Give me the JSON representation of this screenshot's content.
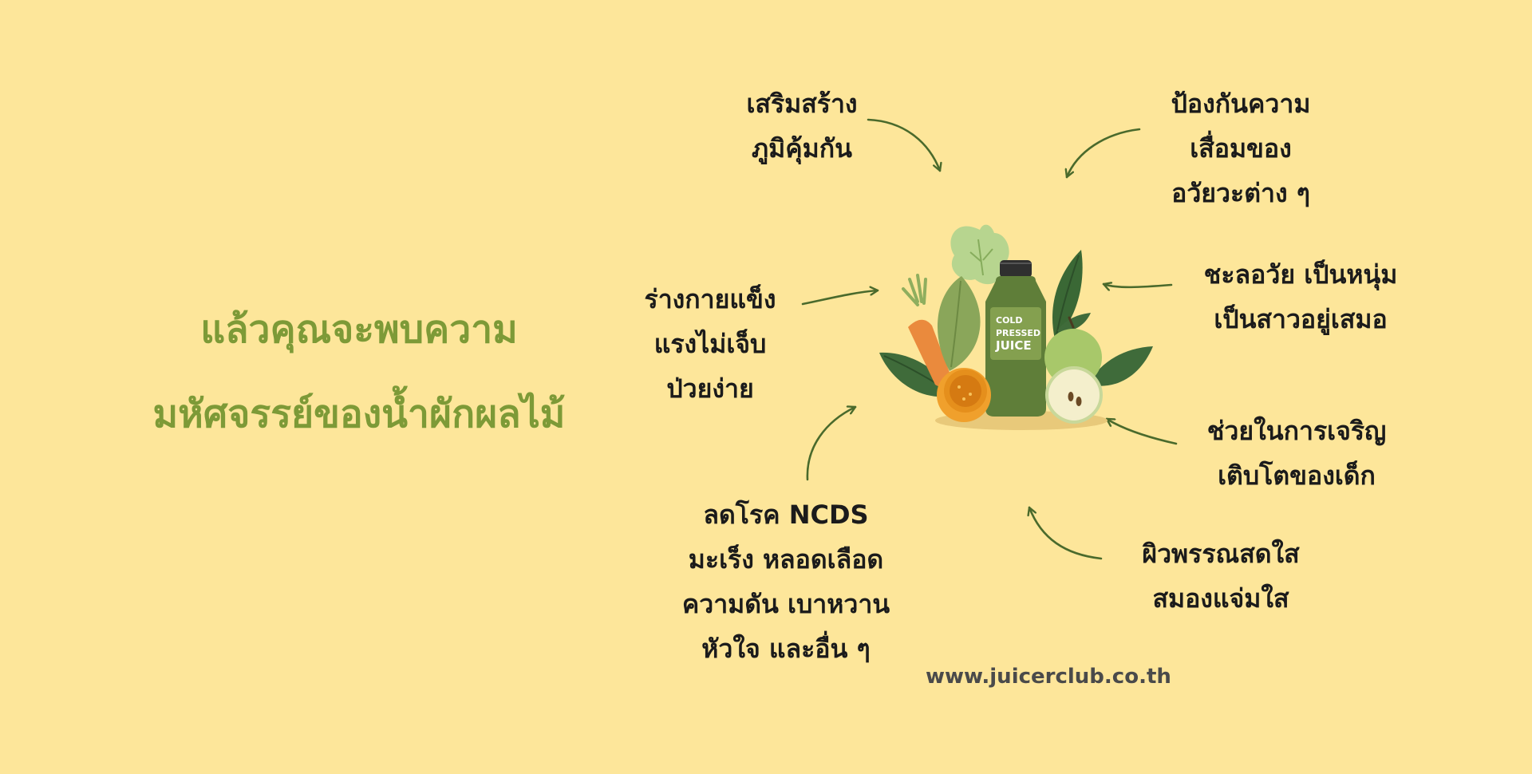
{
  "headline": {
    "line1": "แล้วคุณจะพบความ",
    "line2": "มหัศจรรย์ของน้ำผักผลไม้"
  },
  "benefits": {
    "immunity": [
      "เสริมสร้าง",
      "ภูมิคุ้มกัน"
    ],
    "organs": [
      "ป้องกันความ",
      "เสื่อมของ",
      "อวัยวะต่าง ๆ"
    ],
    "strong": [
      "ร่างกายแข็ง",
      "แรงไม่เจ็บ",
      "ป่วยง่าย"
    ],
    "antiaging": [
      "ชะลอวัย เป็นหนุ่ม",
      "เป็นสาวอยู่เสมอ"
    ],
    "growth": [
      "ช่วยในการเจริญ",
      "เติบโตของเด็ก"
    ],
    "skin": [
      "ผิวพรรณสดใส",
      "สมองแจ่มใส"
    ],
    "ncds": [
      "ลดโรค NCDS",
      "มะเร็ง หลอดเลือด",
      "ความดัน เบาหวาน",
      "หัวใจ และอื่น ๆ"
    ]
  },
  "bottle": {
    "line1": "COLD",
    "line2": "PRESSED",
    "line3": "JUICE"
  },
  "website": "www.juicerclub.co.th",
  "colors": {
    "background": "#fde69a",
    "headline": "#7d9a37",
    "arrow": "#4a6a2c",
    "text": "#1b1b1b"
  }
}
